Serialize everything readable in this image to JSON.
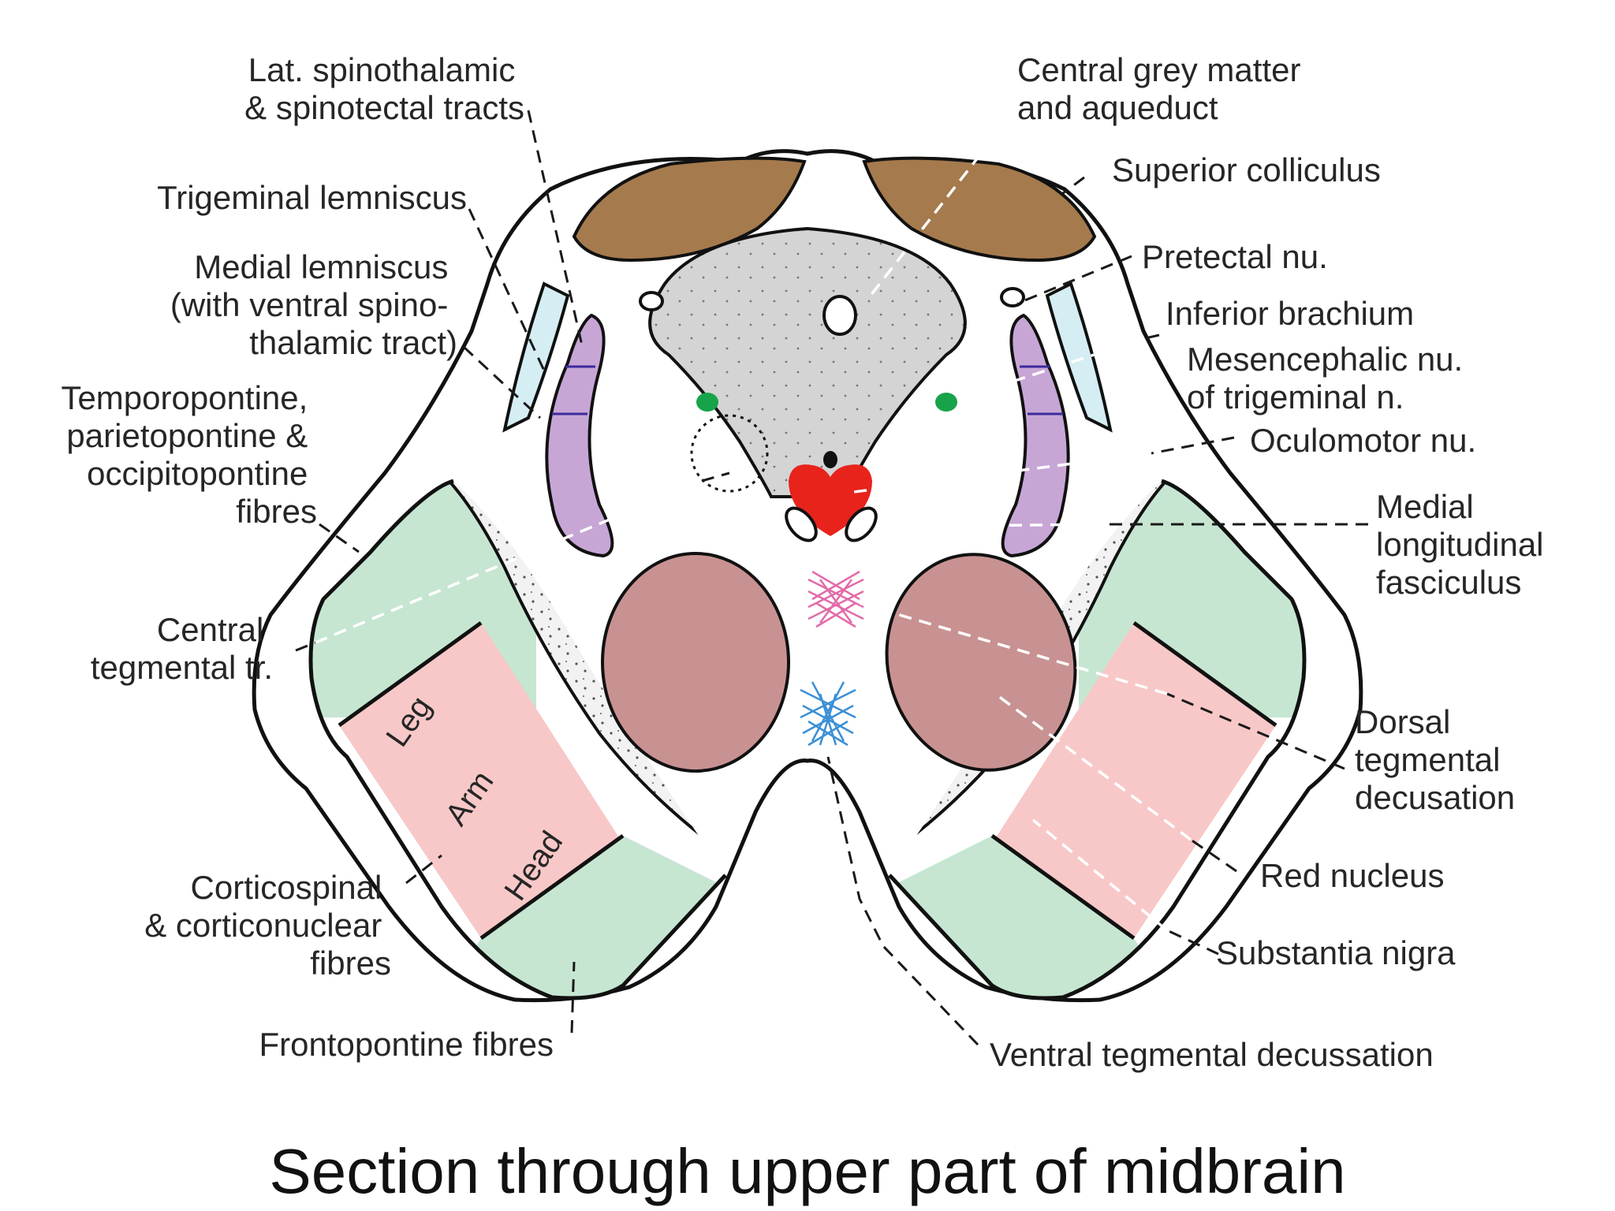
{
  "caption": "Section through upper part of midbrain",
  "labels": {
    "lat_spinothalamic": [
      "Lat. spinothalamic",
      "& spinotectal tracts"
    ],
    "trigeminal_lemniscus": [
      "Trigeminal lemniscus"
    ],
    "medial_lemniscus": [
      "Medial lemniscus",
      "(with ventral spino-",
      "thalamic tract)"
    ],
    "temporopontine": [
      "Temporopontine,",
      "parietopontine &",
      "occipitopontine",
      "fibres"
    ],
    "central_tegmental": [
      "Central",
      "tegmental tr."
    ],
    "corticospinal": [
      "Corticospinal",
      "& corticonuclear",
      "fibres"
    ],
    "frontopontine": [
      "Frontopontine fibres"
    ],
    "central_grey": [
      "Central grey matter",
      "and aqueduct"
    ],
    "superior_colliculus": [
      "Superior colliculus"
    ],
    "pretectal": [
      "Pretectal nu."
    ],
    "inferior_brachium": [
      "Inferior brachium"
    ],
    "mesencephalic": [
      "Mesencephalic nu.",
      "of trigeminal n."
    ],
    "oculomotor": [
      "Oculomotor nu."
    ],
    "mlf": [
      "Medial",
      "longitudinal",
      "fasciculus"
    ],
    "dorsal_tegmental": [
      "Dorsal",
      "tegmental",
      "decusation"
    ],
    "red_nucleus": [
      "Red nucleus"
    ],
    "substantia_nigra": [
      "Substantia nigra"
    ],
    "ventral_tegmental": [
      "Ventral tegmental decussation"
    ]
  },
  "somatotopy": {
    "leg": "Leg",
    "arm": "Arm",
    "head": "Head"
  },
  "colors": {
    "colliculus": "#a57a4d",
    "central_grey": "#d4d4d4",
    "medial_lemniscus": "#c7a6d6",
    "inferior_brachium": "#d4eef4",
    "pontine_fibres": "#c6e6d2",
    "corticospinal": "#f8c8c8",
    "red_nucleus": "#c99292",
    "oculomotor": "#e8231c",
    "mesencephalic": "#17a34a",
    "dorsal_decussation": "#e36ba8",
    "ventral_decussation": "#3a8fd6",
    "substantia_nigra": "#f2f2f2"
  }
}
